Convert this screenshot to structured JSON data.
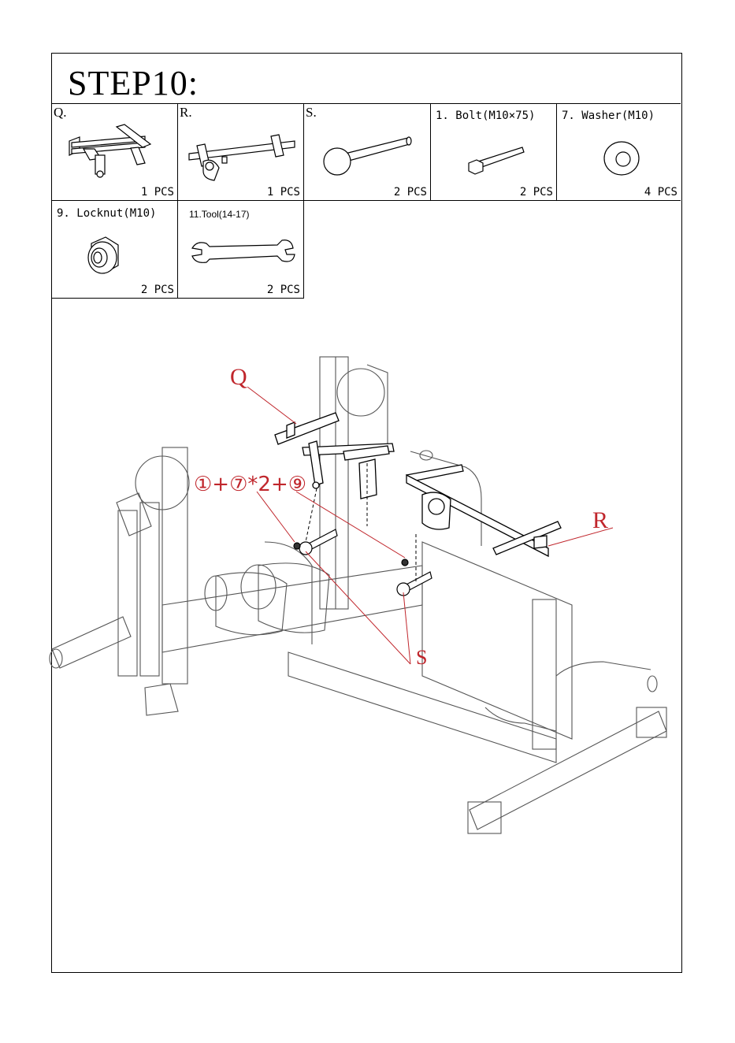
{
  "title": "STEP10:",
  "parts": [
    {
      "label": "Q.",
      "qty": "1 PCS",
      "icon": "q-bracket-icon"
    },
    {
      "label": "R.",
      "qty": "1 PCS",
      "icon": "r-bracket-icon"
    },
    {
      "label": "S.",
      "qty": "2 PCS",
      "icon": "s-pin-icon"
    },
    {
      "label": "1. Bolt(M10×75)",
      "qty": "2 PCS",
      "icon": "bolt-icon"
    },
    {
      "label": "7. Washer(M10)",
      "qty": "4 PCS",
      "icon": "washer-icon"
    },
    {
      "label": "9. Locknut(M10)",
      "qty": "2 PCS",
      "icon": "locknut-icon"
    },
    {
      "label": "11.Tool(14-17)",
      "qty": "2 PCS",
      "icon": "wrench-icon"
    }
  ],
  "diagram": {
    "callout_q": "Q",
    "callout_r": "R",
    "callout_s": "S",
    "formula": "①+⑦*2+⑨",
    "accent_color": "#c0262c"
  }
}
